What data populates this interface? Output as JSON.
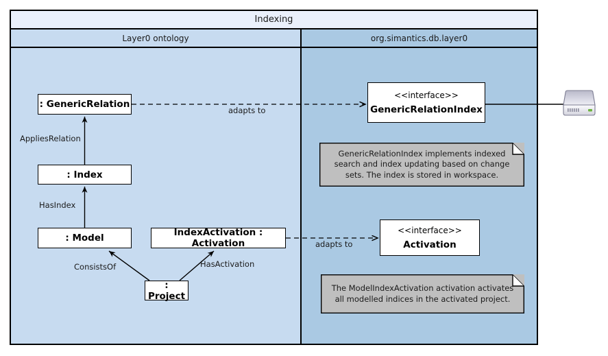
{
  "package": {
    "title": "Indexing",
    "columns": [
      {
        "id": "left",
        "header": "Layer0 ontology"
      },
      {
        "id": "right",
        "header": "org.simantics.db.layer0"
      }
    ]
  },
  "classes": {
    "generic_relation": {
      "name": ": GenericRelation"
    },
    "index": {
      "name": ": Index"
    },
    "model": {
      "name": ": Model"
    },
    "index_activation": {
      "name": "IndexActivation : Activation"
    },
    "project": {
      "name": ": Project"
    },
    "generic_relation_index": {
      "stereotype": "<<interface>>",
      "name": "GenericRelationIndex"
    },
    "activation": {
      "stereotype": "<<interface>>",
      "name": "Activation"
    }
  },
  "notes": {
    "index_note": "GenericRelationIndex implements indexed search and index updating based on change sets. The index is stored in workspace.",
    "activation_note": "The ModelIndexActivation activation activates all modelled indices in the activated project."
  },
  "edges": {
    "applies_relation": "AppliesRelation",
    "has_index": "HasIndex",
    "consists_of": "ConsistsOf",
    "has_activation": "HasActivation",
    "adapts_to_1": "adapts to",
    "adapts_to_2": "adapts to"
  },
  "icons": {
    "storage_device": "hard-drive-icon"
  },
  "colors": {
    "package_title_bg": "#eaf0fb",
    "column_left_bg": "#c7dbf0",
    "column_right_bg": "#aac9e3",
    "box_bg": "#ffffff",
    "note_bg": "#bfbfbf",
    "stroke": "#000000",
    "device_led": "#6db33f"
  }
}
